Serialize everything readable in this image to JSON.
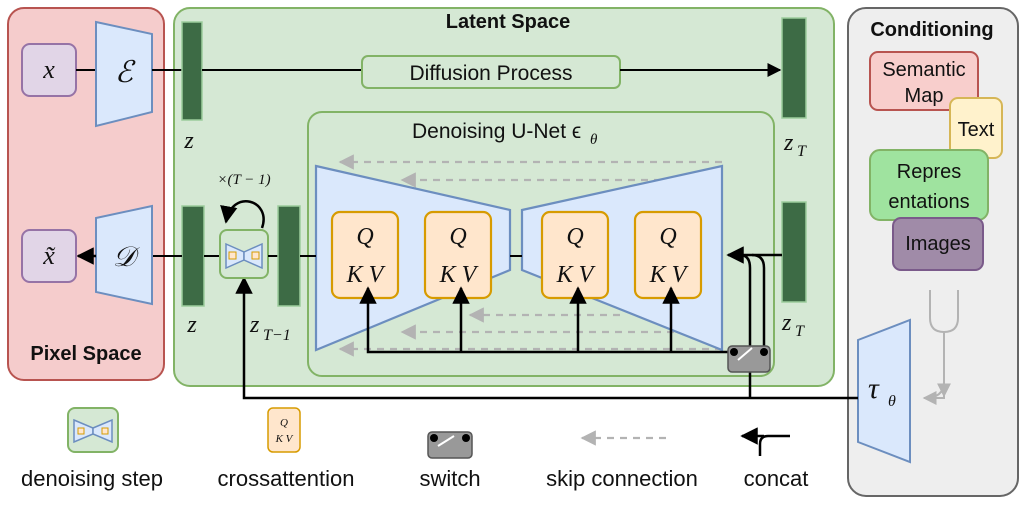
{
  "regions": {
    "pixel_space": "Pixel Space",
    "latent_space": "Latent Space",
    "conditioning": "Conditioning"
  },
  "latent": {
    "diffusion_process": "Diffusion Process",
    "unet_title": "Denoising U-Net ϵ",
    "unet_sub": "θ",
    "repeat_label": "×(T − 1)"
  },
  "symbols": {
    "x": "x",
    "x_tilde": "x̃",
    "encoder": "ℰ",
    "decoder": "𝒟",
    "z": "z",
    "z_T": "z",
    "z_T_sub": "T",
    "z_T1_sub": "T−1",
    "tau": "τ",
    "tau_sub": "θ",
    "q": "Q",
    "kv": "K V"
  },
  "conditioning_items": [
    "Semantic",
    "Map",
    "Text",
    "Repres",
    "entations",
    "Images"
  ],
  "legend": {
    "denoising_step": "denoising step",
    "crossattention": "crossattention",
    "switch": "switch",
    "skip_connection": "skip connection",
    "concat": "concat"
  },
  "colors": {
    "pixel_fill": "#f5cccc",
    "pixel_stroke": "#b85450",
    "latent_fill": "#d5e8d4",
    "latent_stroke": "#82b366",
    "cond_fill": "#eeeeee",
    "cond_stroke": "#666666",
    "block_fill": "#dae8fc",
    "block_stroke": "#6c8ebf",
    "attn_fill": "#ffe6cc",
    "attn_stroke": "#d79b00",
    "latent_bar": "#3d6b45",
    "x_fill": "#e1d5e7",
    "x_stroke": "#9673a6"
  }
}
